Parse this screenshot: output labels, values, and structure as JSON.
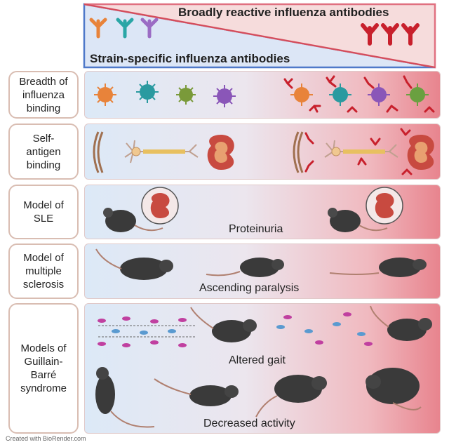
{
  "header": {
    "broad_title": "Broadly reactive influenza antibodies",
    "strain_title": "Strain-specific influenza antibodies"
  },
  "rows": [
    {
      "label": "Breadth of\ninfluenza\nbinding"
    },
    {
      "label": "Self-\nantigen\nbinding"
    },
    {
      "label": "Model of\nSLE",
      "caption": "Proteinuria"
    },
    {
      "label": "Model of\nmultiple\nsclerosis",
      "caption": "Ascending paralysis"
    },
    {
      "label": "Models of\nGuillain-\nBarré\nsyndrome",
      "caption": "Altered gait",
      "caption2": "Decreased activity"
    }
  ],
  "credit": "Created with BioRender.com",
  "colors": {
    "strain_blue": "#3d6bc7",
    "broad_red": "#d9434f",
    "antibody_orange": "#e8833a",
    "antibody_teal": "#2aa6a6",
    "antibody_purple": "#9b6cc4",
    "antibody_red": "#c8202c"
  },
  "icons": [
    "antibody-icon",
    "virus-icon",
    "myelin-icon",
    "neuron-icon",
    "kidney-icon",
    "mouse-icon",
    "nerve-fiber-icon"
  ]
}
